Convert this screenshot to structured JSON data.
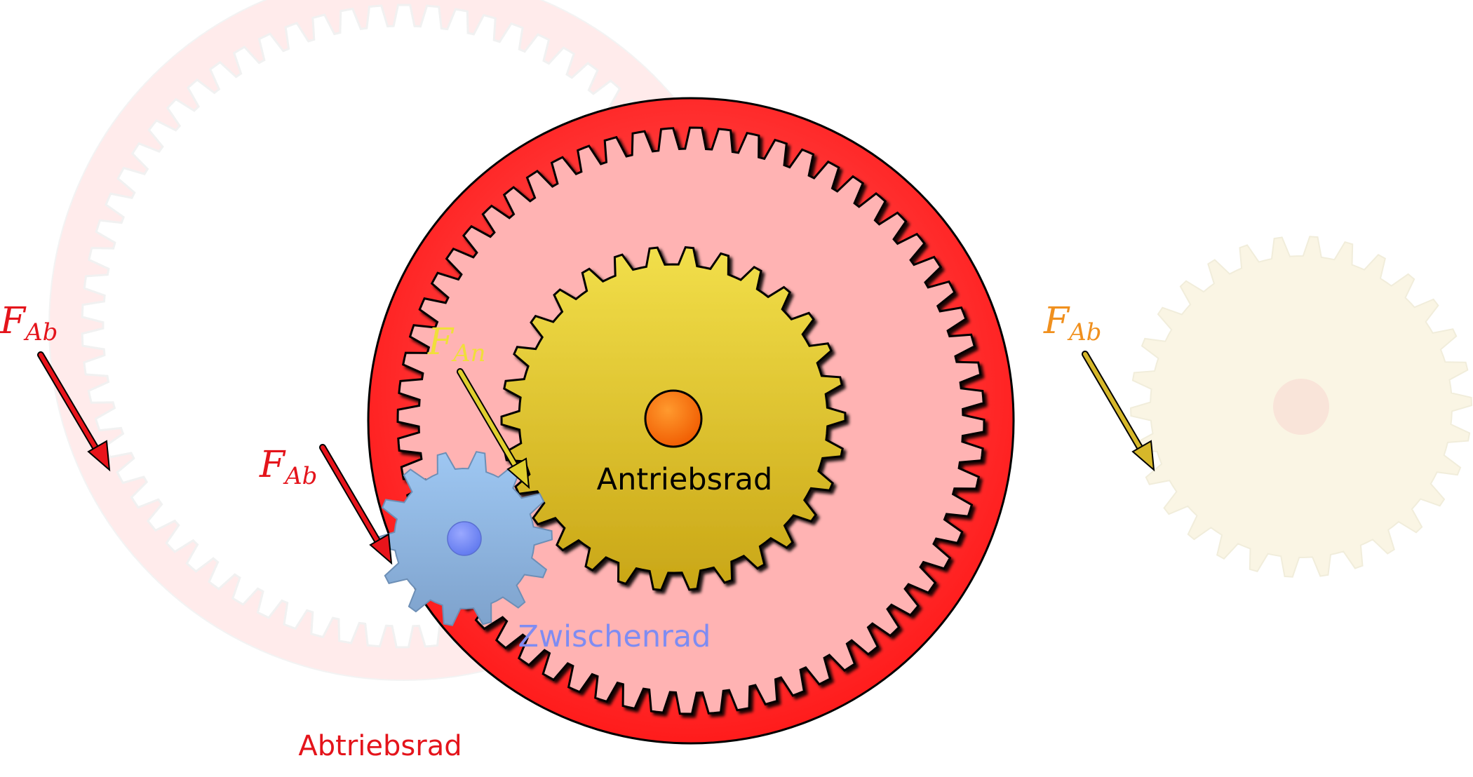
{
  "labels": {
    "drive_gear": "Antriebsrad",
    "idler_gear": "Zwischenrad",
    "output_gear": "Abtriebsrad"
  },
  "forces": {
    "input": {
      "symbol": "F",
      "subscript": "An"
    },
    "output_ring": {
      "symbol": "F",
      "subscript": "Ab"
    },
    "output_ghost_ring": {
      "symbol": "F",
      "subscript": "Ab"
    },
    "output_ghost_gear": {
      "symbol": "F",
      "subscript": "Ab"
    }
  },
  "colors": {
    "ring_red": "#ff1a1a",
    "ring_pink": "#ffb3b3",
    "drive_gold": "#d6b72a",
    "drive_hub": "#ff6a00",
    "idler_blue": "#8fb4dd",
    "idler_hub": "#6f86ff",
    "label_red": "#e4141b",
    "label_yellow": "#f0df3a",
    "label_orange": "#f0901e",
    "label_blue": "#7f8cf2",
    "ghost_gear": "#f7f1d8",
    "ghost_ring": "#fbd2d2"
  }
}
